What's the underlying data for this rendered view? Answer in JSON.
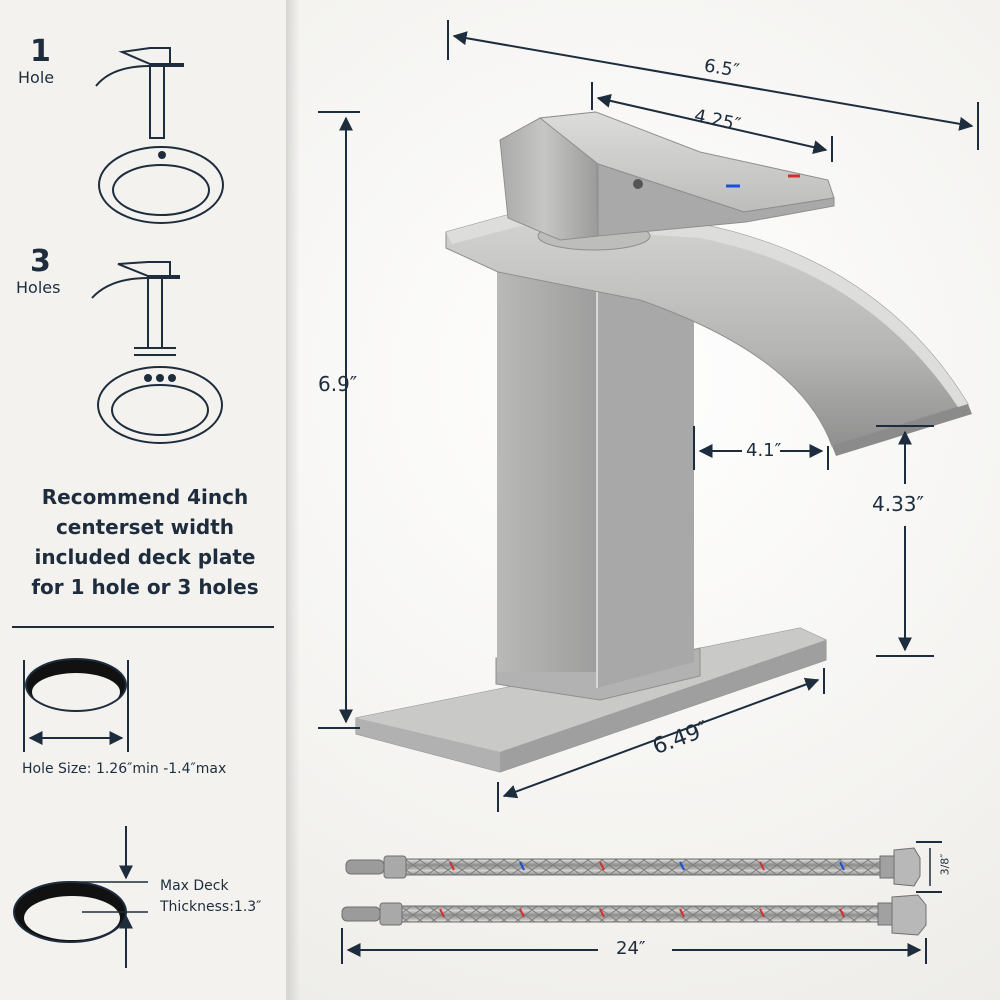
{
  "left": {
    "one_hole_num": "1",
    "one_hole_label": "Hole",
    "three_holes_num": "3",
    "three_holes_label": "Holes",
    "recommend_lines": [
      "Recommend 4inch",
      "centerset width",
      "included deck plate",
      "for 1 hole or 3 holes"
    ],
    "hole_size": "Hole Size: 1.26″min -1.4″max",
    "deck_lines": [
      "Max Deck",
      "Thickness:1.3″"
    ]
  },
  "dimensions": {
    "total_length": "6.5″",
    "handle_length": "4.25″",
    "total_height": "6.9″",
    "spout_reach": "4.1″",
    "spout_height": "4.33″",
    "plate_length": "6.49″",
    "hose_fitting": "3/8″",
    "hose_length": "24″"
  },
  "colors": {
    "navy": "#1e2d3d",
    "hot": "#d32f2f",
    "cold": "#1e4fd8"
  }
}
